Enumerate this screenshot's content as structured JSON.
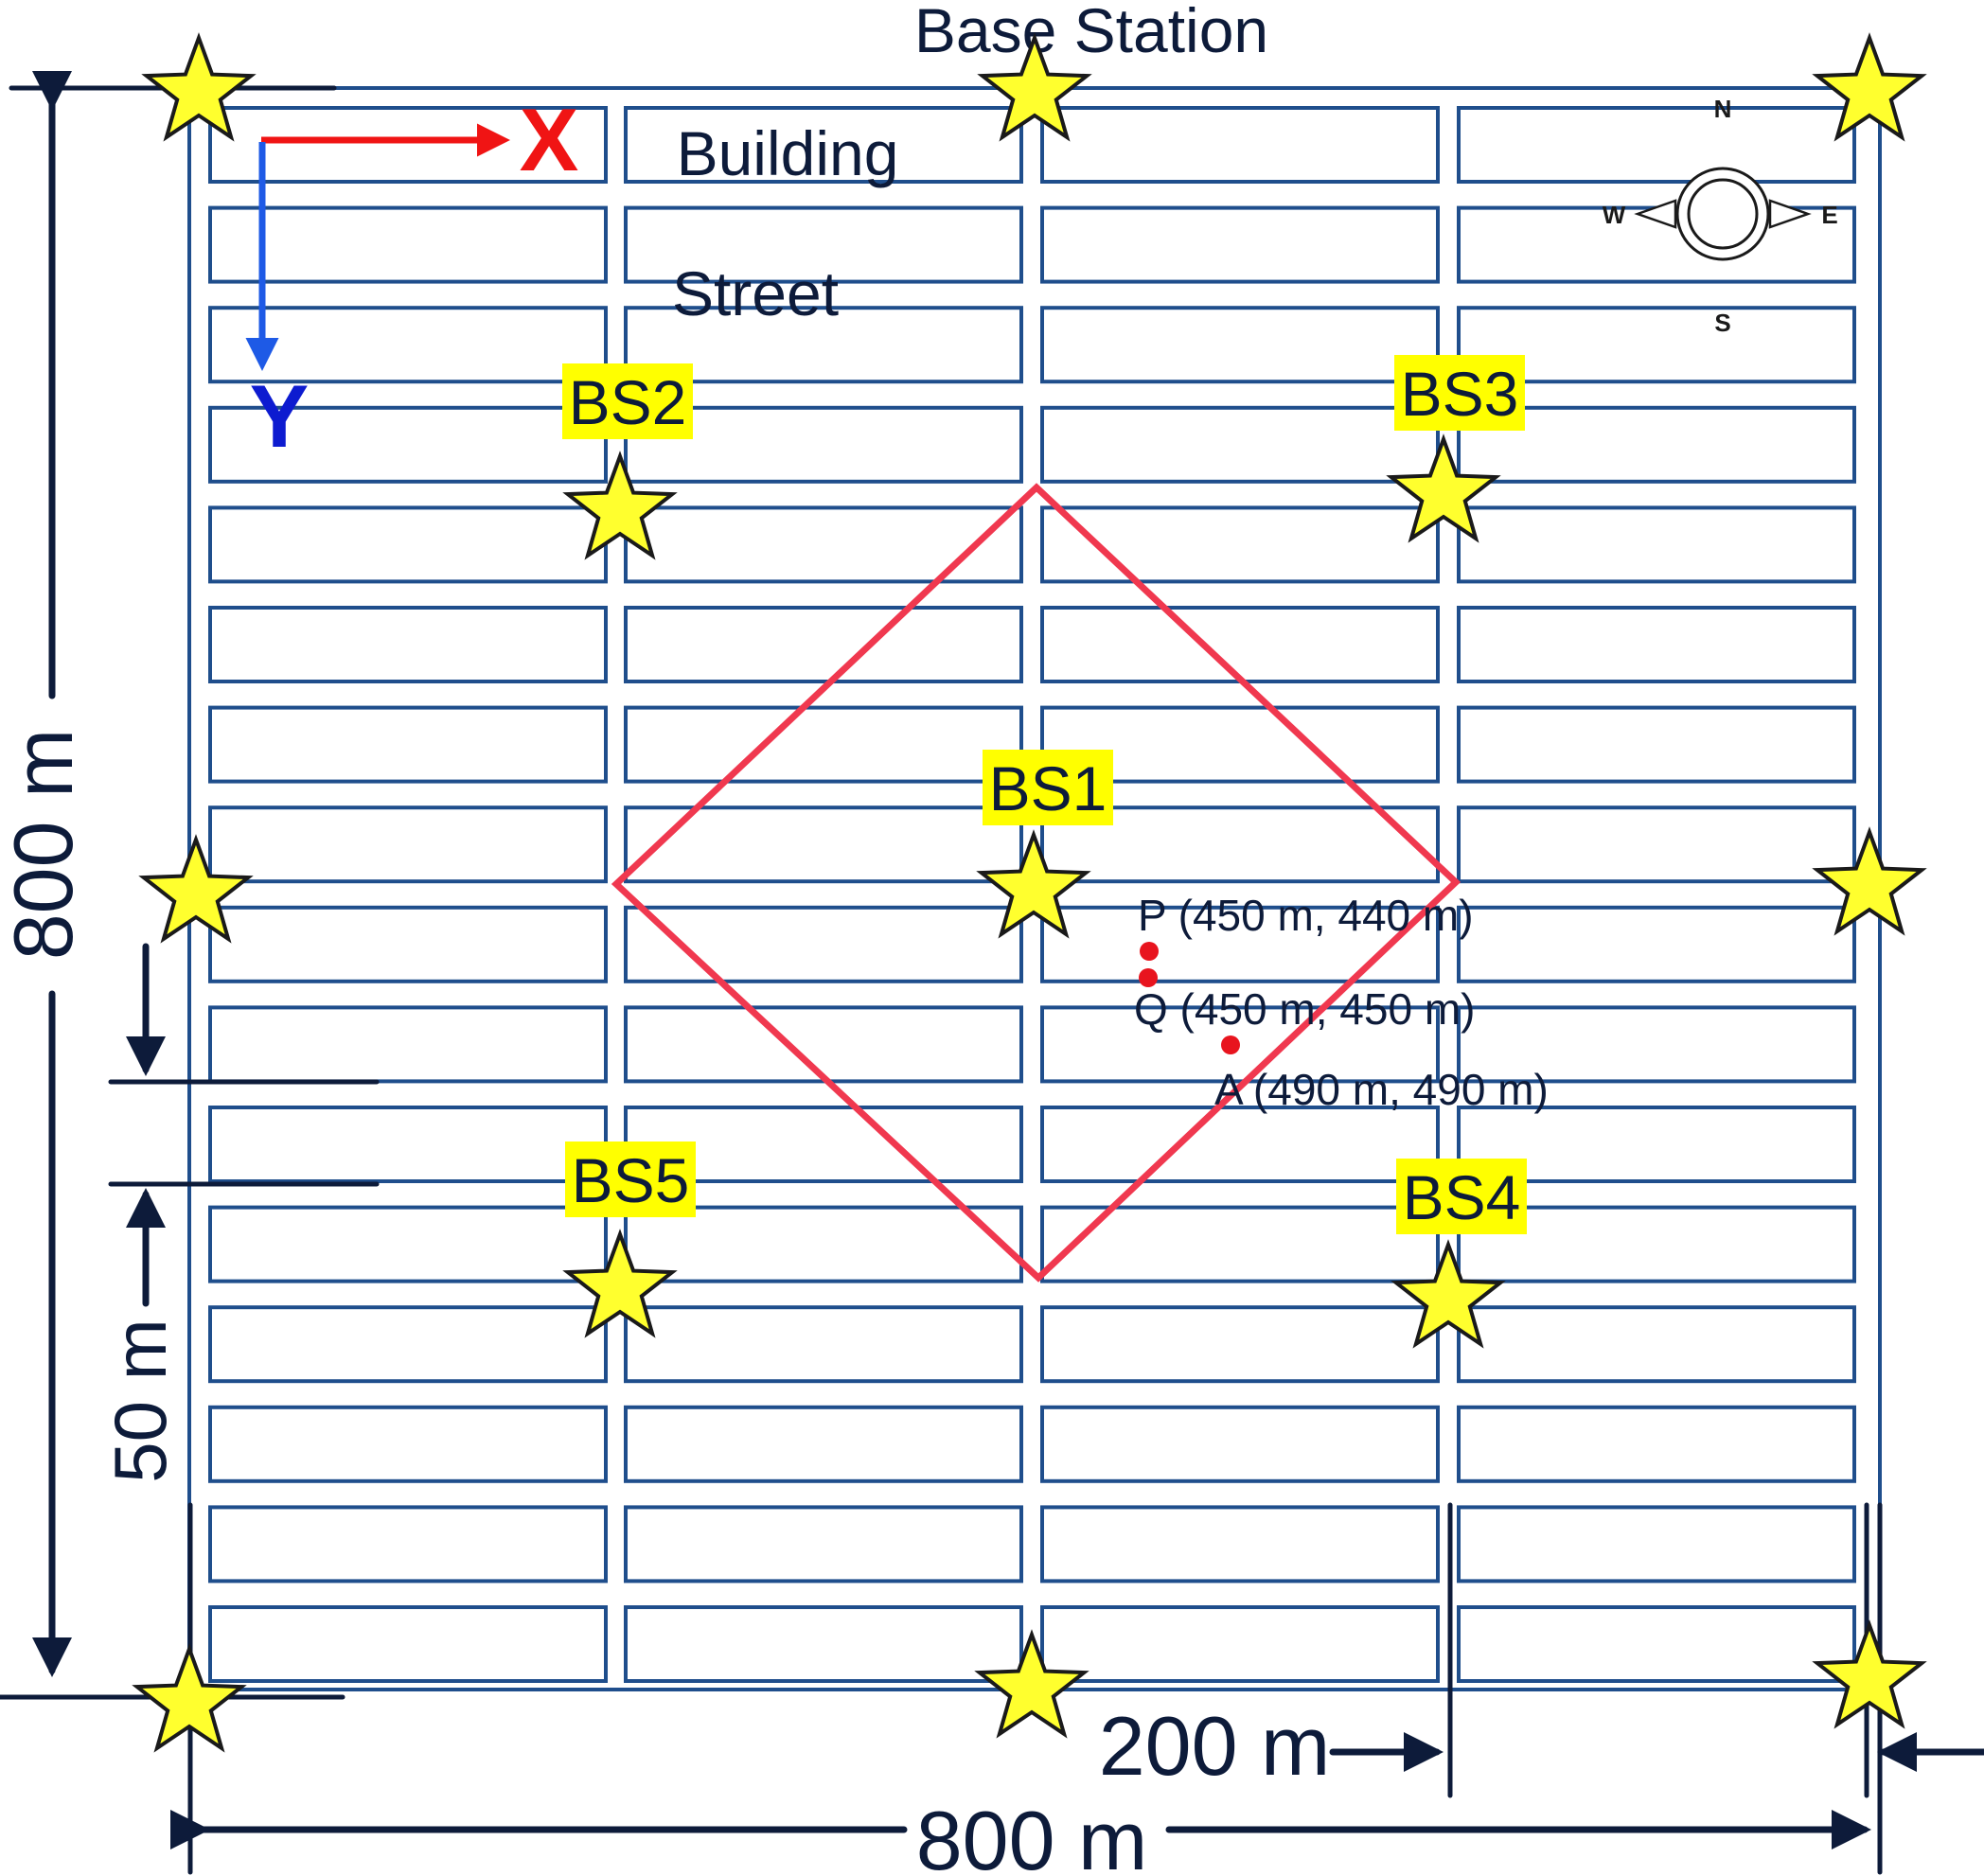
{
  "labels": {
    "base_station": "Base Station",
    "building": "Building",
    "street": "Street",
    "axis_x": "X",
    "axis_y": "Y",
    "dim_height": "800 m",
    "dim_width": "800 m",
    "dim_block": "50 m",
    "dim_street": "200 m"
  },
  "compass": {
    "n": "N",
    "s": "S",
    "e": "E",
    "w": "W"
  },
  "stations": [
    {
      "id": "bs1",
      "label": "BS1"
    },
    {
      "id": "bs2",
      "label": "BS2"
    },
    {
      "id": "bs3",
      "label": "BS3"
    },
    {
      "id": "bs4",
      "label": "BS4"
    },
    {
      "id": "bs5",
      "label": "BS5"
    }
  ],
  "points": [
    {
      "id": "P",
      "label": "P (450 m, 440 m)"
    },
    {
      "id": "Q",
      "label": "Q (450 m, 450 m)"
    },
    {
      "id": "A",
      "label": "A (490 m, 490 m)"
    }
  ],
  "colors": {
    "grid": "#1f4e8c",
    "star": "#ffff2e",
    "label_bg": "#ffff00",
    "region": "#f0384f",
    "point": "#e8141e",
    "axis_x": "#f01414",
    "axis_y": "#1e5ae6",
    "ink": "#0d1b3a"
  }
}
